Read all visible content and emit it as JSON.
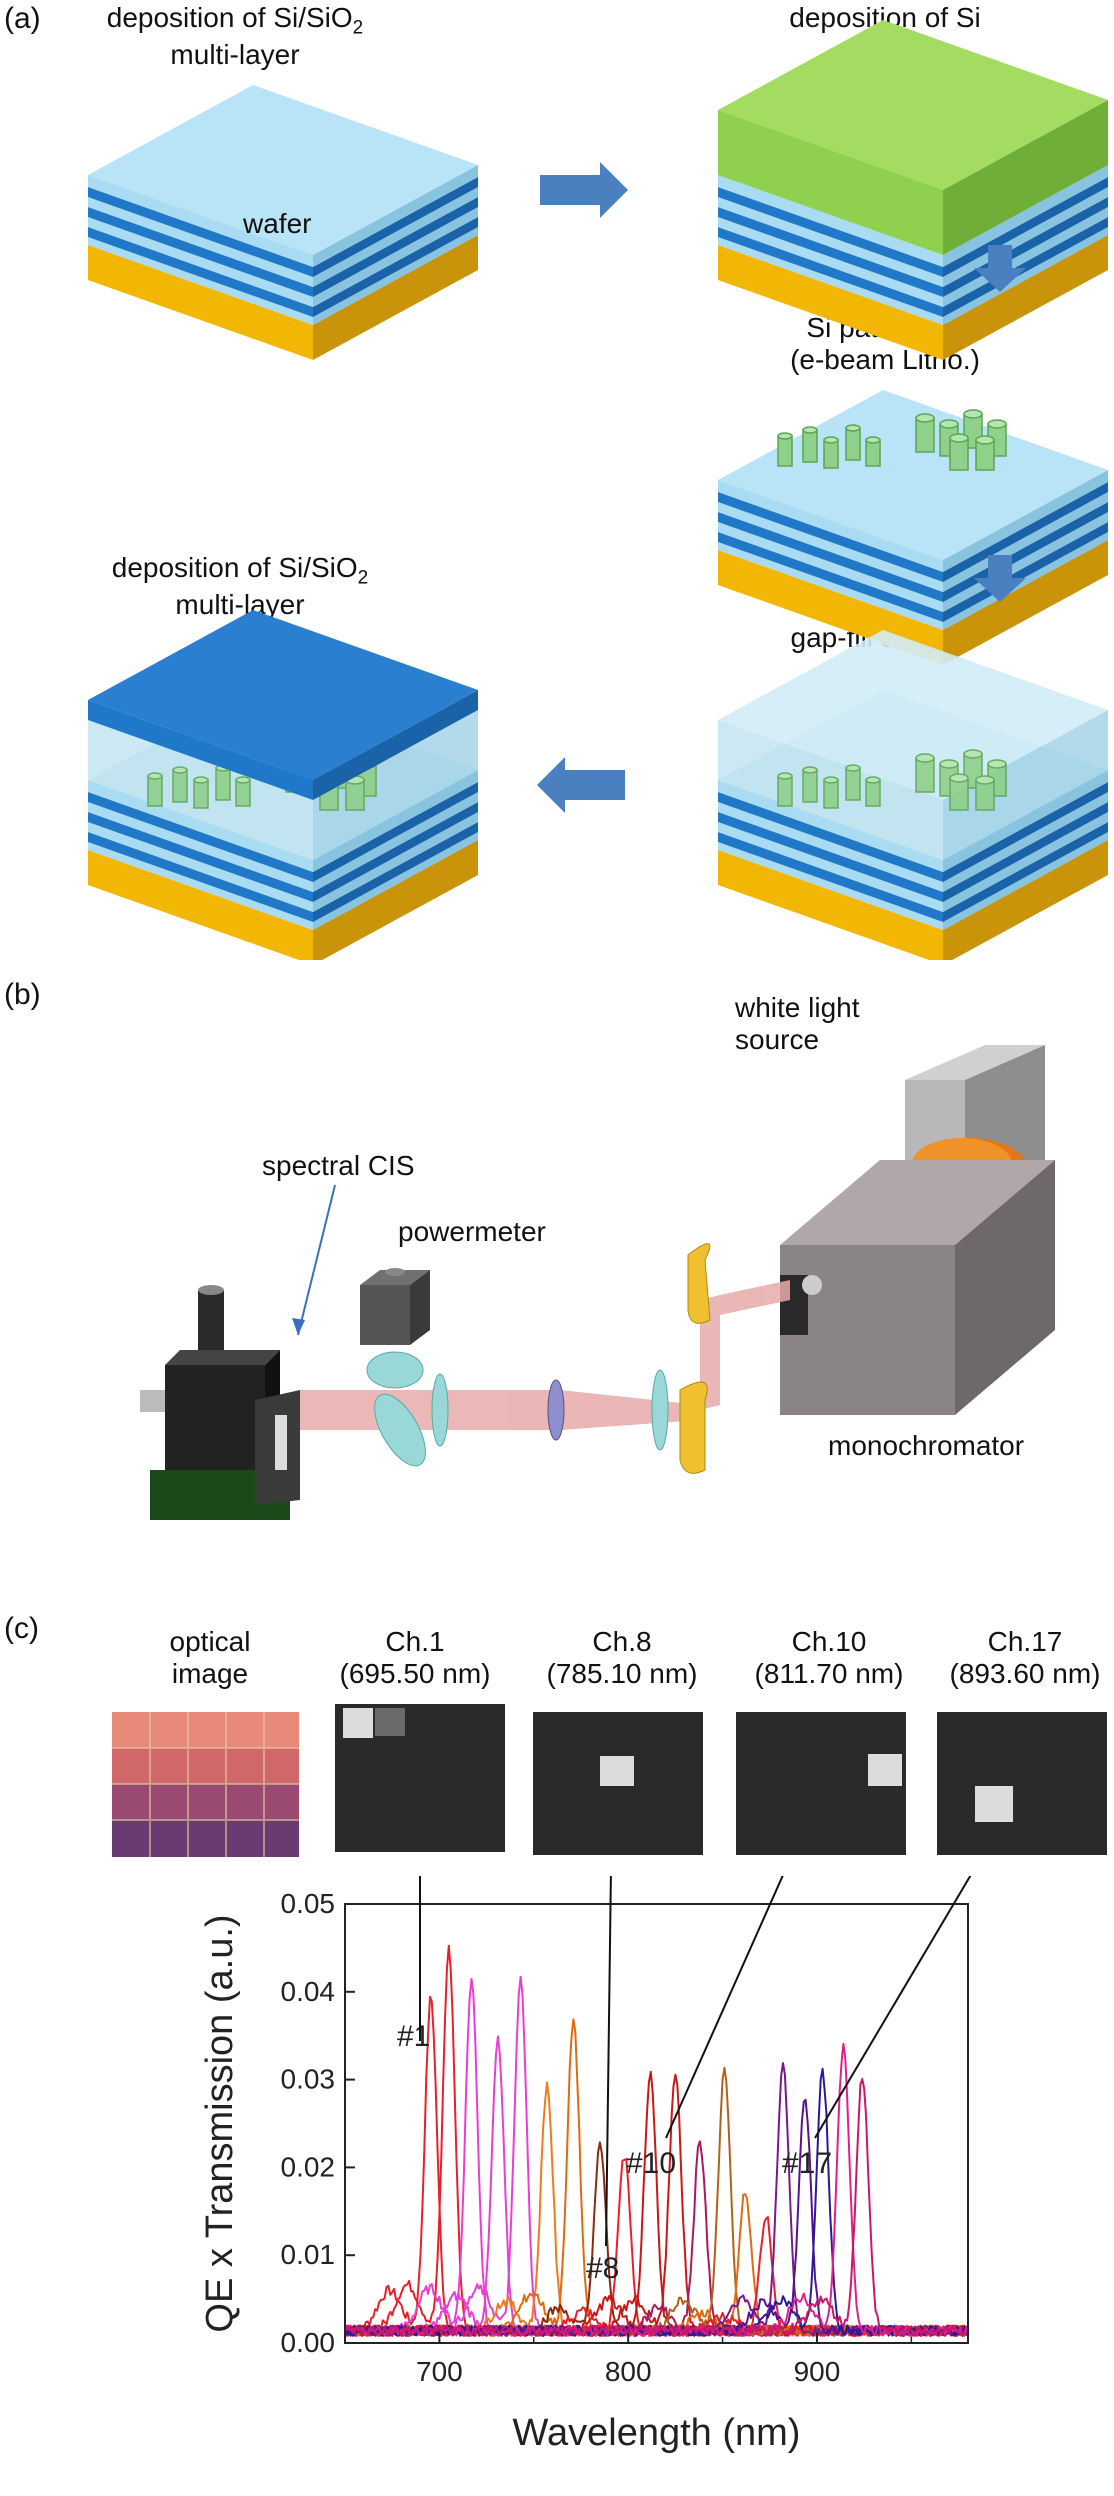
{
  "panel_a": {
    "letter": "(a)",
    "step1_line1": "deposition of Si/SiO",
    "step1_sub": "2",
    "step1_line2": "multi-layer",
    "wafer_label": "wafer",
    "step2": "deposition of Si",
    "step3_line1": "Si patterning",
    "step3_line2": "(e-beam Litho.)",
    "step4": "gap-fill & CMP",
    "step5_line1": "deposition of Si/SiO",
    "step5_sub": "2",
    "step5_line2": "multi-layer"
  },
  "panel_b": {
    "letter": "(b)",
    "white_light_line1": "white light",
    "white_light_line2": "source",
    "spectral_cis": "spectral CIS",
    "powermeter": "powermeter",
    "monochromator": "monochromator"
  },
  "panel_c": {
    "letter": "(c)",
    "optical_line1": "optical",
    "optical_line2": "image",
    "channels": [
      {
        "name": "Ch.1",
        "wl": "(695.50 nm)",
        "marker": "#1"
      },
      {
        "name": "Ch.8",
        "wl": "(785.10 nm)",
        "marker": "#8"
      },
      {
        "name": "Ch.10",
        "wl": "(811.70 nm)",
        "marker": "#10"
      },
      {
        "name": "Ch.17",
        "wl": "(893.60 nm)",
        "marker": "#17"
      }
    ]
  },
  "colors": {
    "wafer": "#f2b705",
    "sio2": "#a9dbf2",
    "si_layer": "#1f78c8",
    "si_top": "#8fd14f",
    "pillar": "#8fd08a",
    "arrow": "#4a7fc0"
  },
  "chart_data": {
    "type": "line",
    "xlabel": "Wavelength (nm)",
    "ylabel": "QE x Transmission (a.u.)",
    "xlim": [
      650,
      980
    ],
    "ylim": [
      0,
      0.05
    ],
    "xticks": [
      "700",
      "800",
      "900"
    ],
    "xtick_values": [
      700,
      800,
      900
    ],
    "yticks": [
      "0.00",
      "0.01",
      "0.02",
      "0.03",
      "0.04",
      "0.05"
    ],
    "ytick_values": [
      0,
      0.01,
      0.02,
      0.03,
      0.04,
      0.05
    ],
    "series": [
      {
        "peak": 695.5,
        "value": 0.038,
        "color": "#e8202a"
      },
      {
        "peak": 705,
        "value": 0.0435,
        "color": "#e8202a"
      },
      {
        "peak": 717,
        "value": 0.04,
        "color": "#e83fd0"
      },
      {
        "peak": 731,
        "value": 0.033,
        "color": "#e83fd0"
      },
      {
        "peak": 743,
        "value": 0.04,
        "color": "#e83fd0"
      },
      {
        "peak": 757,
        "value": 0.028,
        "color": "#f07a20"
      },
      {
        "peak": 771,
        "value": 0.0355,
        "color": "#e06a10"
      },
      {
        "peak": 785.1,
        "value": 0.021,
        "color": "#8b2a10"
      },
      {
        "peak": 798,
        "value": 0.02,
        "color": "#e8202a"
      },
      {
        "peak": 811.7,
        "value": 0.0295,
        "color": "#c81818"
      },
      {
        "peak": 825,
        "value": 0.0295,
        "color": "#c81818"
      },
      {
        "peak": 838,
        "value": 0.0215,
        "color": "#a81a5a"
      },
      {
        "peak": 851,
        "value": 0.0295,
        "color": "#b0621a"
      },
      {
        "peak": 862,
        "value": 0.016,
        "color": "#e06a10"
      },
      {
        "peak": 873,
        "value": 0.013,
        "color": "#e8202a"
      },
      {
        "peak": 882,
        "value": 0.03,
        "color": "#7a1a8a"
      },
      {
        "peak": 893.6,
        "value": 0.0265,
        "color": "#5a1090"
      },
      {
        "peak": 903,
        "value": 0.0295,
        "color": "#2a1a9a"
      },
      {
        "peak": 914,
        "value": 0.0325,
        "color": "#e0208a"
      },
      {
        "peak": 924,
        "value": 0.029,
        "color": "#c8186a"
      }
    ]
  }
}
